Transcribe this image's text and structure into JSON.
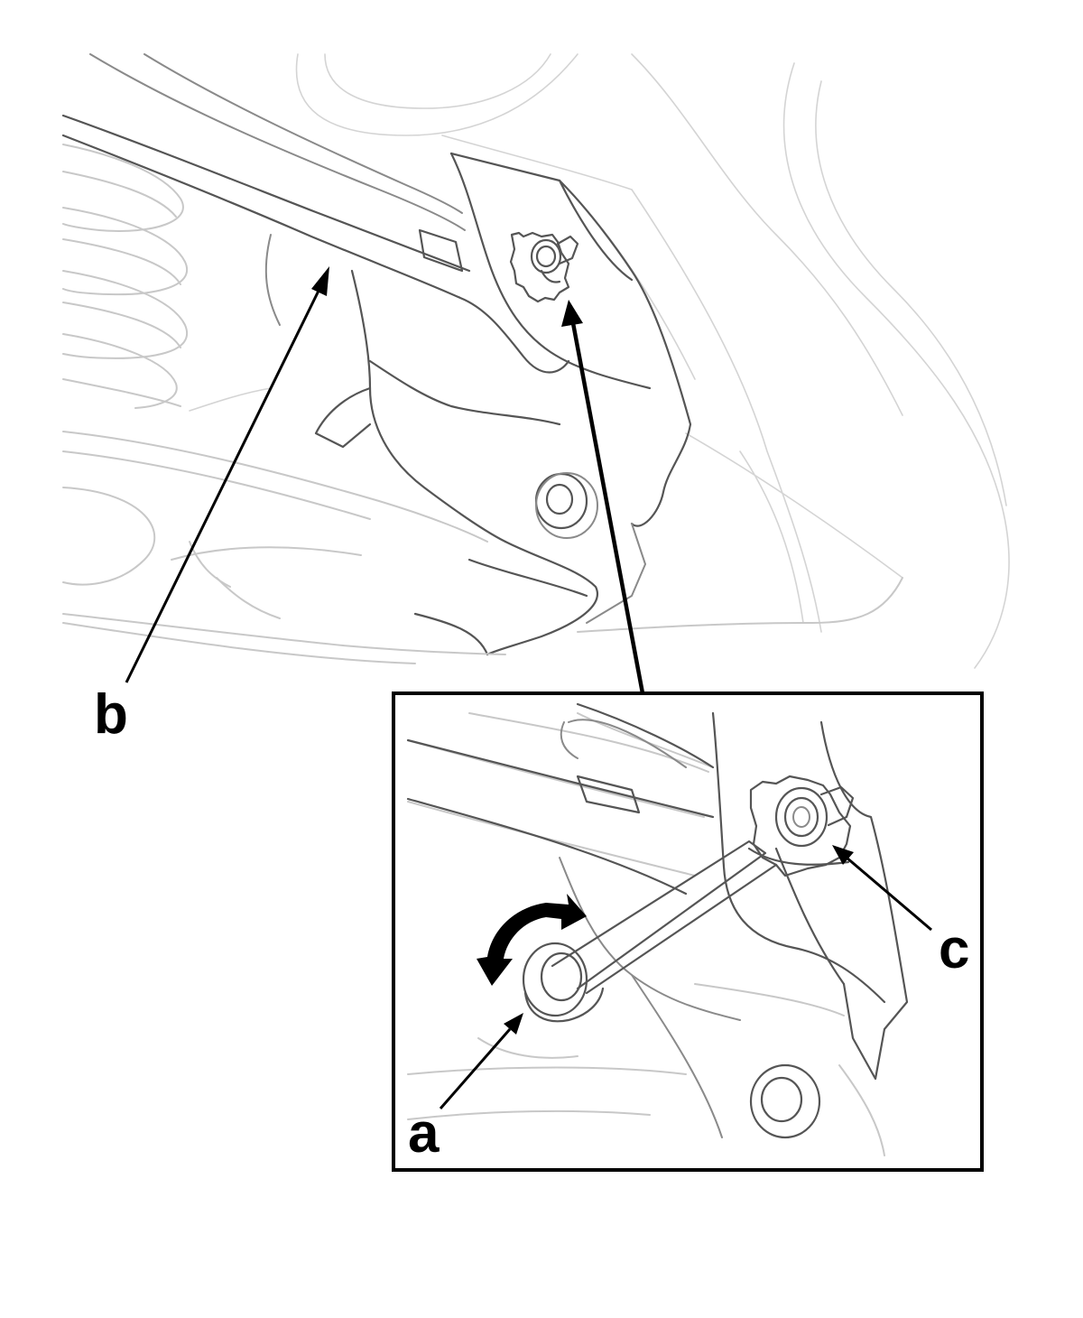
{
  "figure": {
    "callouts": [
      {
        "id": "a",
        "label": "a"
      },
      {
        "id": "b",
        "label": "b"
      },
      {
        "id": "c",
        "label": "c"
      }
    ],
    "line_color": "#000000",
    "ghost_color": "#c8c8c8",
    "part_color": "#555555"
  }
}
